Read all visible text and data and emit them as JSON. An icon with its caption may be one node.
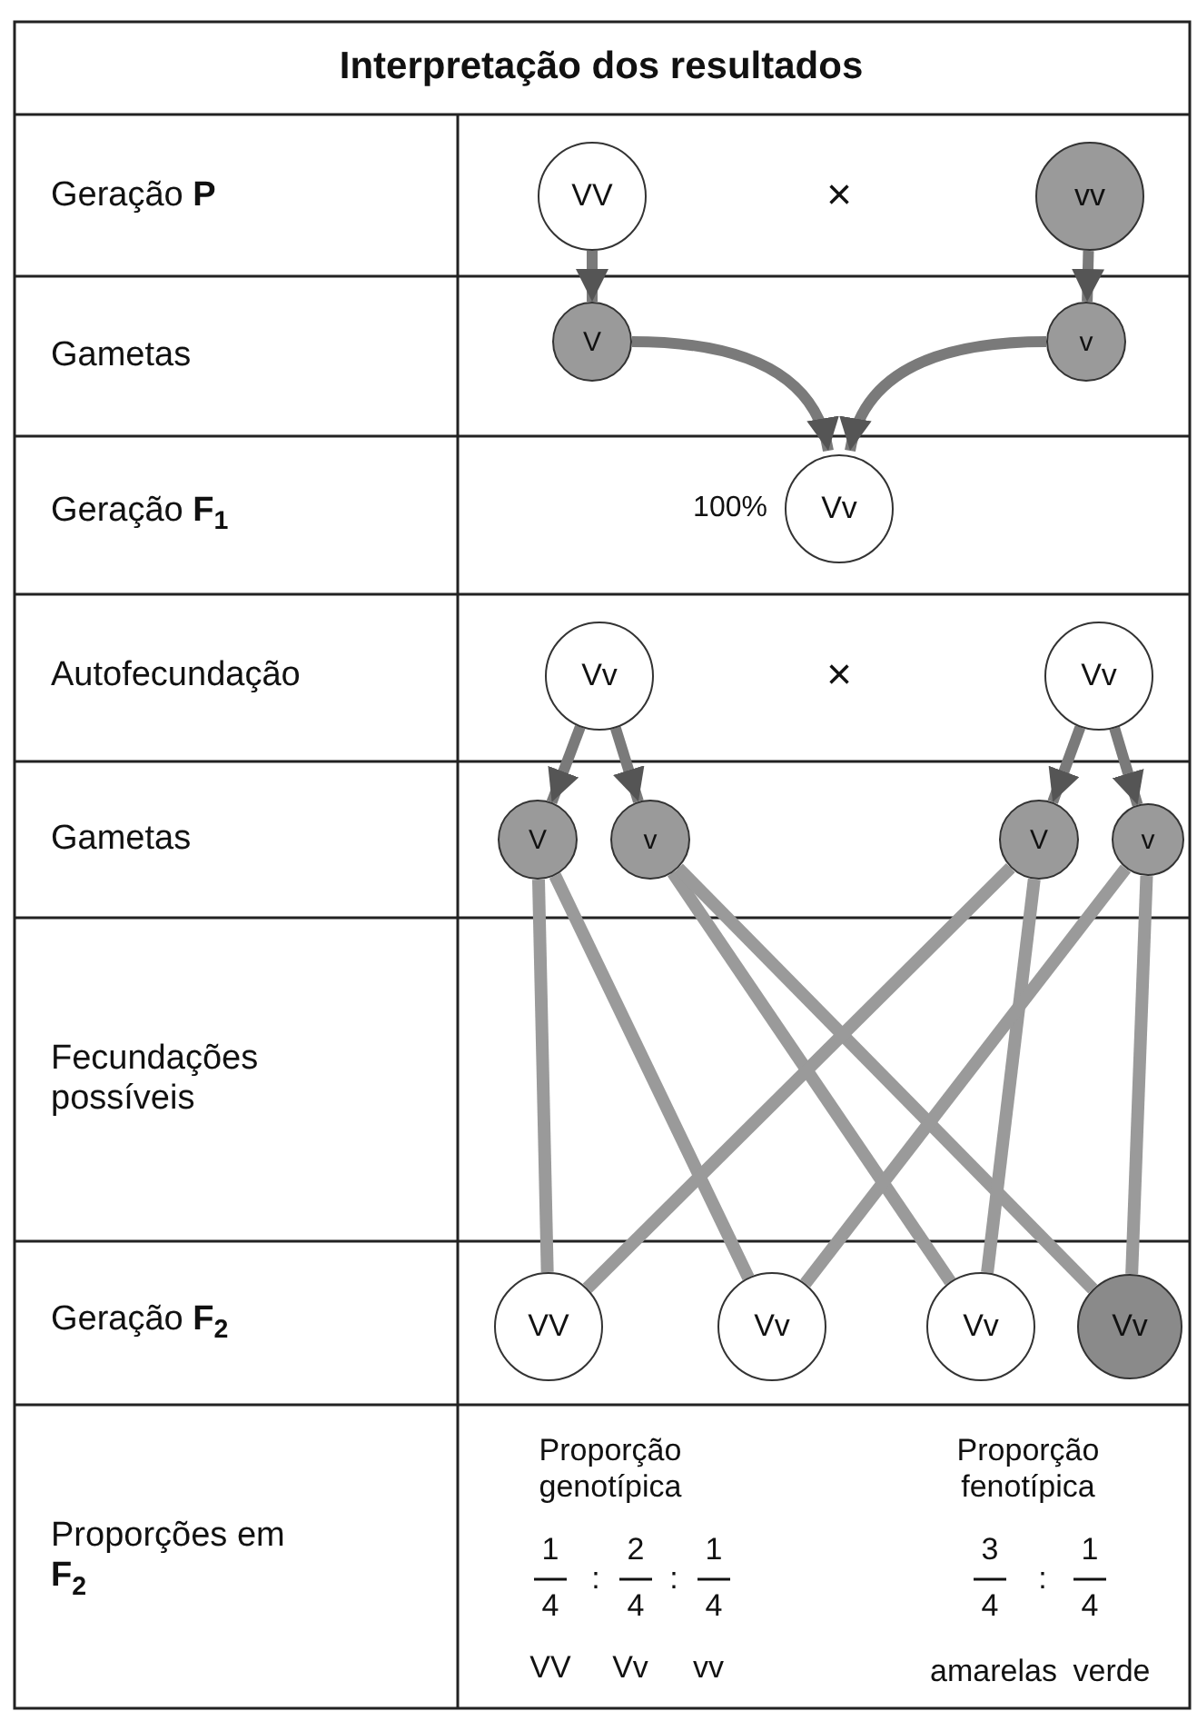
{
  "diagram": {
    "title": "Interpretação dos resultados",
    "nodes": [
      {
        "text": [
          "VV"
        ]
      },
      {
        "text": [
          "vv"
        ]
      },
      {
        "text": [
          "V"
        ]
      },
      {
        "text": [
          "v"
        ]
      },
      {
        "text": [
          "Vv"
        ],
        "beside": [
          "100%"
        ]
      },
      {
        "text": [
          "Vv"
        ]
      },
      {
        "text": [
          "Vv"
        ]
      },
      {
        "text": [
          "V"
        ]
      },
      {
        "text": [
          "v"
        ]
      },
      {
        "text": [
          "V"
        ]
      },
      {
        "text": [
          "v"
        ]
      },
      {
        "text": [
          "VV"
        ]
      },
      {
        "text": [
          "Vv"
        ]
      },
      {
        "text": [
          "Vv"
        ]
      },
      {
        "text": [
          "Vv"
        ]
      }
    ],
    "edges": [
      {
        "from": 0,
        "to": 2,
        "arrow": "to"
      },
      {
        "from": 1,
        "to": 3,
        "arrow": "to"
      },
      {
        "from": 2,
        "to": 4,
        "arrow": "to"
      },
      {
        "from": 3,
        "to": 4,
        "arrow": "to"
      },
      {
        "from": 5,
        "to": 7,
        "arrow": "to"
      },
      {
        "from": 5,
        "to": 8,
        "arrow": "to"
      },
      {
        "from": 6,
        "to": 9,
        "arrow": "to"
      },
      {
        "from": 6,
        "to": 10,
        "arrow": "to"
      },
      {
        "from": 7,
        "to": 11,
        "arrow": "none"
      },
      {
        "from": 7,
        "to": 12,
        "arrow": "none"
      },
      {
        "from": 8,
        "to": 13,
        "arrow": "none"
      },
      {
        "from": 8,
        "to": 14,
        "arrow": "none"
      },
      {
        "from": 9,
        "to": 11,
        "arrow": "none"
      },
      {
        "from": 9,
        "to": 13,
        "arrow": "none"
      },
      {
        "from": 10,
        "to": 12,
        "arrow": "none"
      },
      {
        "from": 10,
        "to": 14,
        "arrow": "none"
      }
    ],
    "labels": [
      "Geração **P**",
      "×",
      "Gametas",
      "Geração **F**$_{1}$",
      "Autofecundação",
      "×",
      "Gametas",
      "Fecundações possíveis",
      "Geração **F**$_{2}$",
      "Proporções em **F**$_{2}$",
      "Proporção genotípica",
      "Proporção fenotípica",
      "1",
      "4",
      ":",
      "2",
      "4",
      ":",
      "1",
      "4",
      "3",
      "4",
      ":",
      "1",
      "4",
      "VV",
      "Vv",
      "vv",
      "amarelas",
      "verde"
    ]
  }
}
